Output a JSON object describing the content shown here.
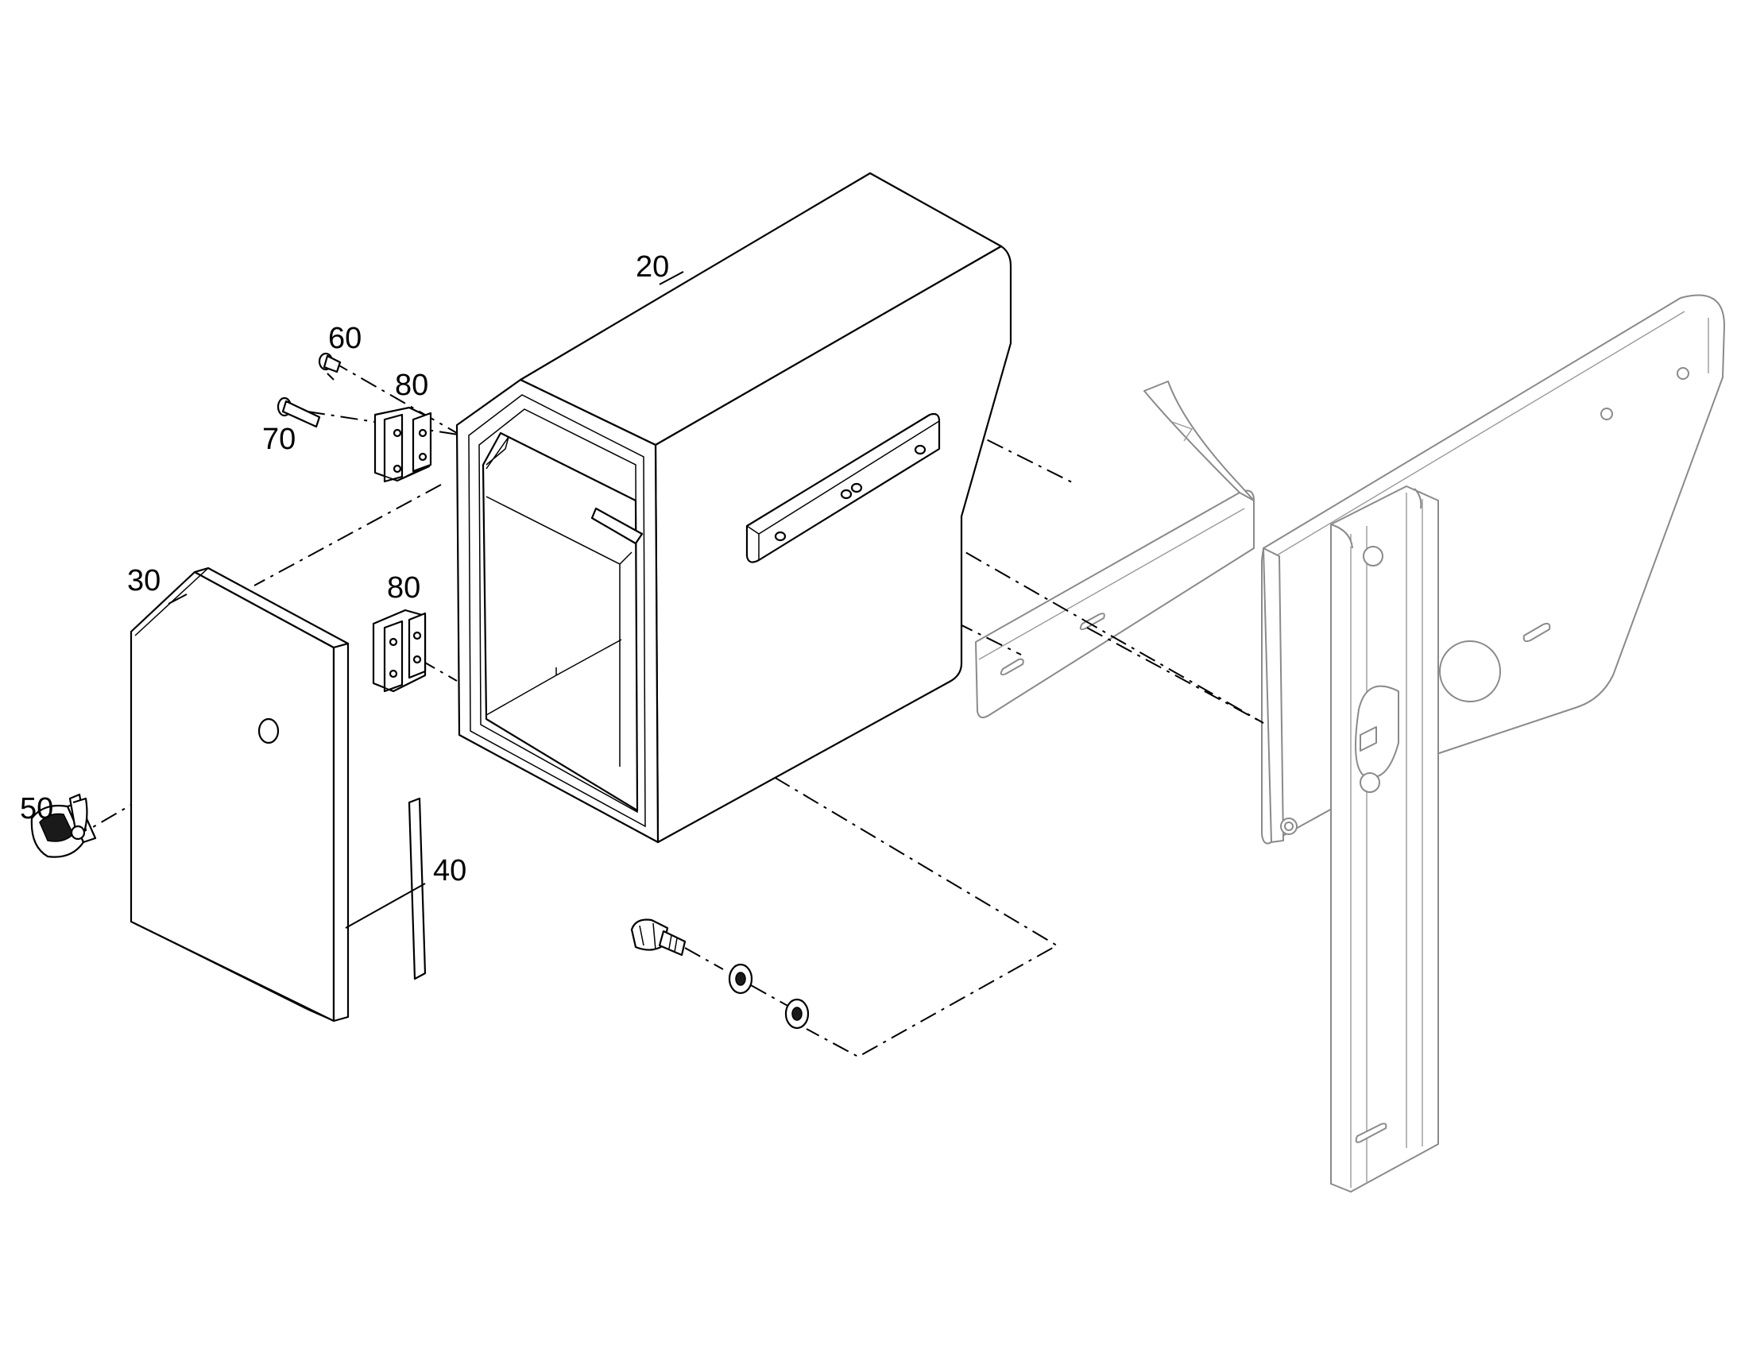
{
  "callouts": [
    {
      "id": "c20",
      "text": "20"
    },
    {
      "id": "c30",
      "text": "30"
    },
    {
      "id": "c40",
      "text": "40"
    },
    {
      "id": "c50",
      "text": "50"
    },
    {
      "id": "c60",
      "text": "60"
    },
    {
      "id": "c70",
      "text": "70"
    },
    {
      "id": "c80a",
      "text": "80"
    },
    {
      "id": "c80b",
      "text": "80"
    }
  ]
}
